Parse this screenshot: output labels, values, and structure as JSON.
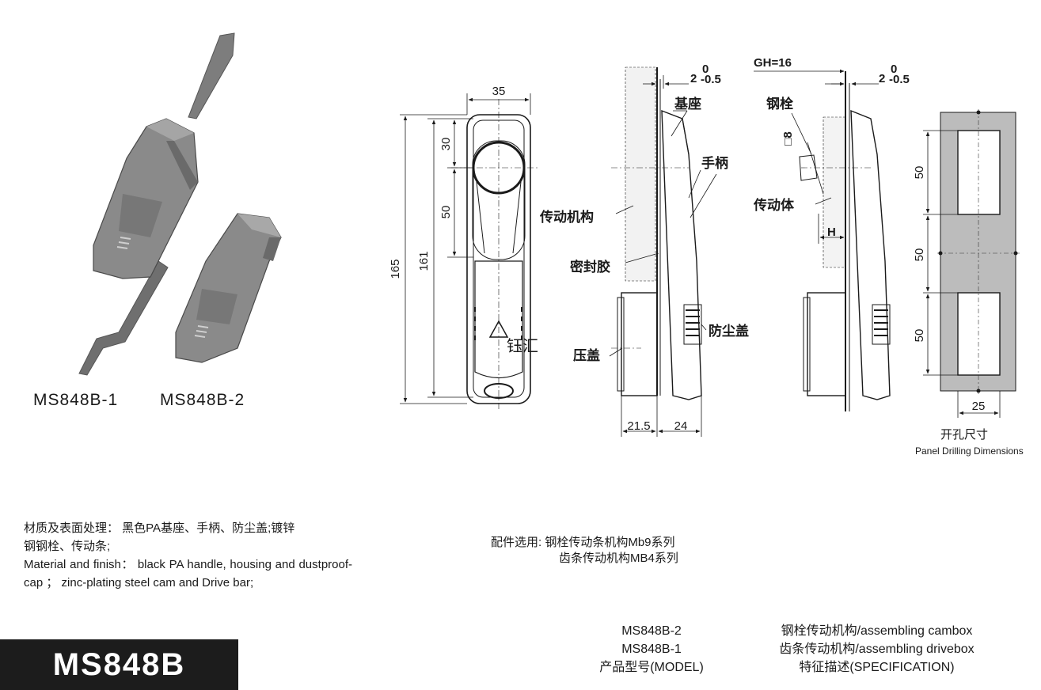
{
  "models": {
    "label_1": "MS848B-1",
    "label_2": "MS848B-2"
  },
  "front_view": {
    "width": "35",
    "height_total": "165",
    "height_inner": "161",
    "top_offset": "30",
    "handle_span": "50",
    "watermark": "钰汇"
  },
  "side_view": {
    "gap_main": "2",
    "gap_upper": "0",
    "gap_lower": "-0.5",
    "callouts": {
      "base": "基座",
      "handle": "手柄",
      "mechanism": "传动机构",
      "seal": "密封胶",
      "dust_cover": "防尘盖",
      "press_cover": "压盖"
    },
    "dim_bottom_left": "21.5",
    "dim_bottom_right": "24"
  },
  "section_view": {
    "gh_label": "GH=16",
    "gap_main": "2",
    "gap_upper": "0",
    "gap_lower": "-0.5",
    "pin_label": "钢栓",
    "square_label": "□8",
    "body_label": "传动体",
    "h_label": "H"
  },
  "panel": {
    "dim_1": "50",
    "dim_2": "50",
    "dim_3": "50",
    "width_label": "25",
    "caption_cn": "开孔尺寸",
    "caption_en": "Panel Drilling Dimensions",
    "fill_color": "#bcbcbc"
  },
  "material": {
    "cn_line1": "材质及表面处理： 黑色PA基座、手柄、防尘盖;镀锌",
    "cn_line2": "钢钢栓、传动条;",
    "en_text": "Material and finish： black PA handle, housing and dustproof-cap ； zinc-plating steel cam and Drive bar;"
  },
  "accessory": {
    "line1": "配件选用: 钢栓传动条机构Mb9系列",
    "line2": "齿条传动机构MB4系列"
  },
  "model_table": {
    "rows": [
      {
        "model": "MS848B-2",
        "spec": "钢栓传动机构/assembling cambox"
      },
      {
        "model": "MS848B-1",
        "spec": "齿条传动机构/assembling drivebox"
      }
    ],
    "header_model": "产品型号(MODEL)",
    "header_spec": "特征描述(SPECIFICATION)"
  },
  "banner": {
    "title": "MS848B",
    "bg_color": "#1c1c1c"
  }
}
